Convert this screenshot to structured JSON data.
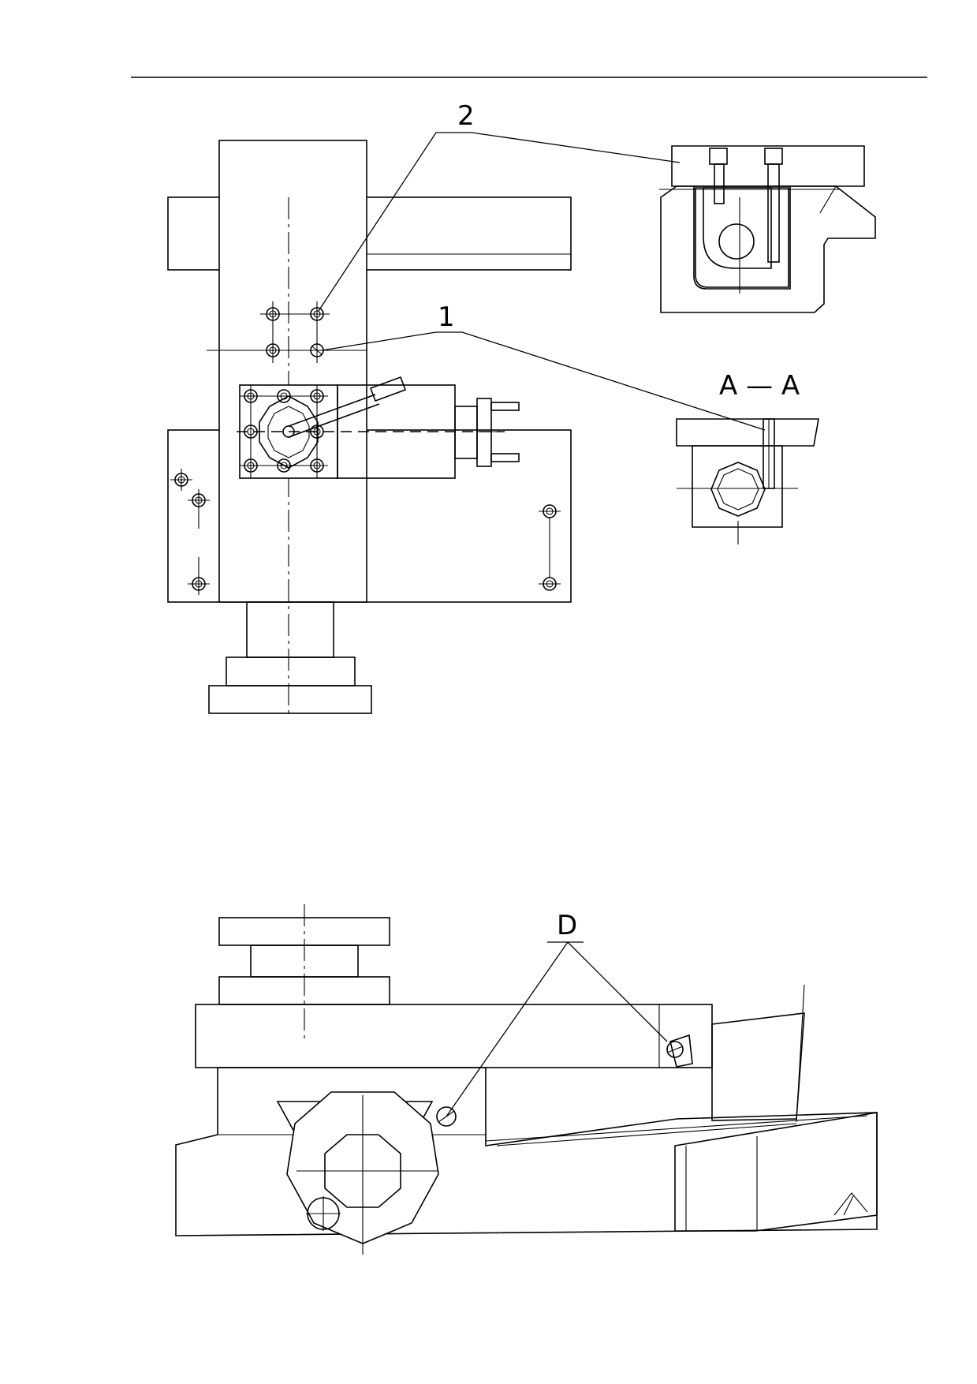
{
  "callouts": {
    "label_2": "2",
    "label_1": "1",
    "section": "A — A",
    "label_d": "D"
  },
  "colors": {
    "line": "#000000",
    "paper": "#ffffff"
  }
}
